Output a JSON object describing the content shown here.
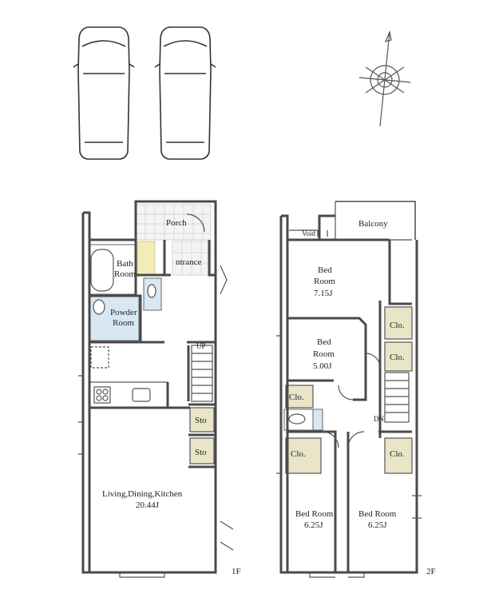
{
  "floor1": {
    "label": "1F",
    "rooms": {
      "porch": "Porch",
      "entrance": "ntrance",
      "bath": [
        "Bath",
        "Room"
      ],
      "powder": [
        "Powder",
        "Room"
      ],
      "stairs_up": "UP",
      "storage_1": "Sto",
      "storage_2": "Sto",
      "ldk": [
        "Living,Dining,Kitchen",
        "20.44J"
      ]
    }
  },
  "floor2": {
    "label": "2F",
    "rooms": {
      "void": "Void",
      "balcony": "Balcony",
      "bed_main": [
        "Bed",
        "Room",
        "7.15J"
      ],
      "bed_mid": [
        "Bed",
        "Room",
        "5.00J"
      ],
      "clo_right_1": "Clo.",
      "clo_right_2": "Clo.",
      "clo_left_small": "Clo.",
      "clo_bottom_left": "Clo.",
      "clo_bottom_right": "Clo.",
      "stairs_down": "DN",
      "bed_left": [
        "Bed Room",
        "6.25J"
      ],
      "bed_right": [
        "Bed Room",
        "6.25J"
      ]
    }
  },
  "icons": [
    "car-icon",
    "car-icon",
    "compass-icon"
  ],
  "colors": {
    "wall": "#4a4a4a",
    "closet": "#e9e6c8",
    "wet_area": "#d8e8f3",
    "porch_tile": "#f4f4f4",
    "entrance_tile": "#f3ecb9"
  }
}
